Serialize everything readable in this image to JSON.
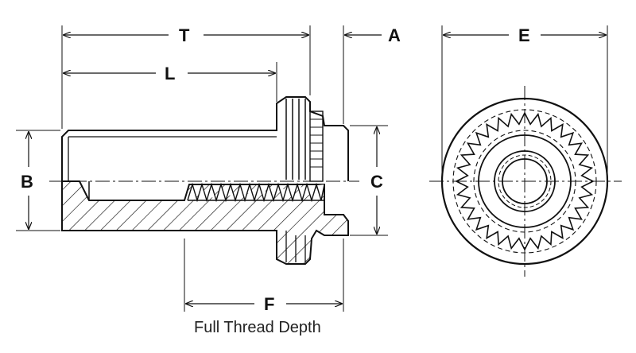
{
  "labels": {
    "T": "T",
    "A": "A",
    "L": "L",
    "B": "B",
    "C": "C",
    "E": "E",
    "F": "F"
  },
  "caption": "Full Thread Depth",
  "colors": {
    "ink": "#111111",
    "background": "#ffffff"
  }
}
